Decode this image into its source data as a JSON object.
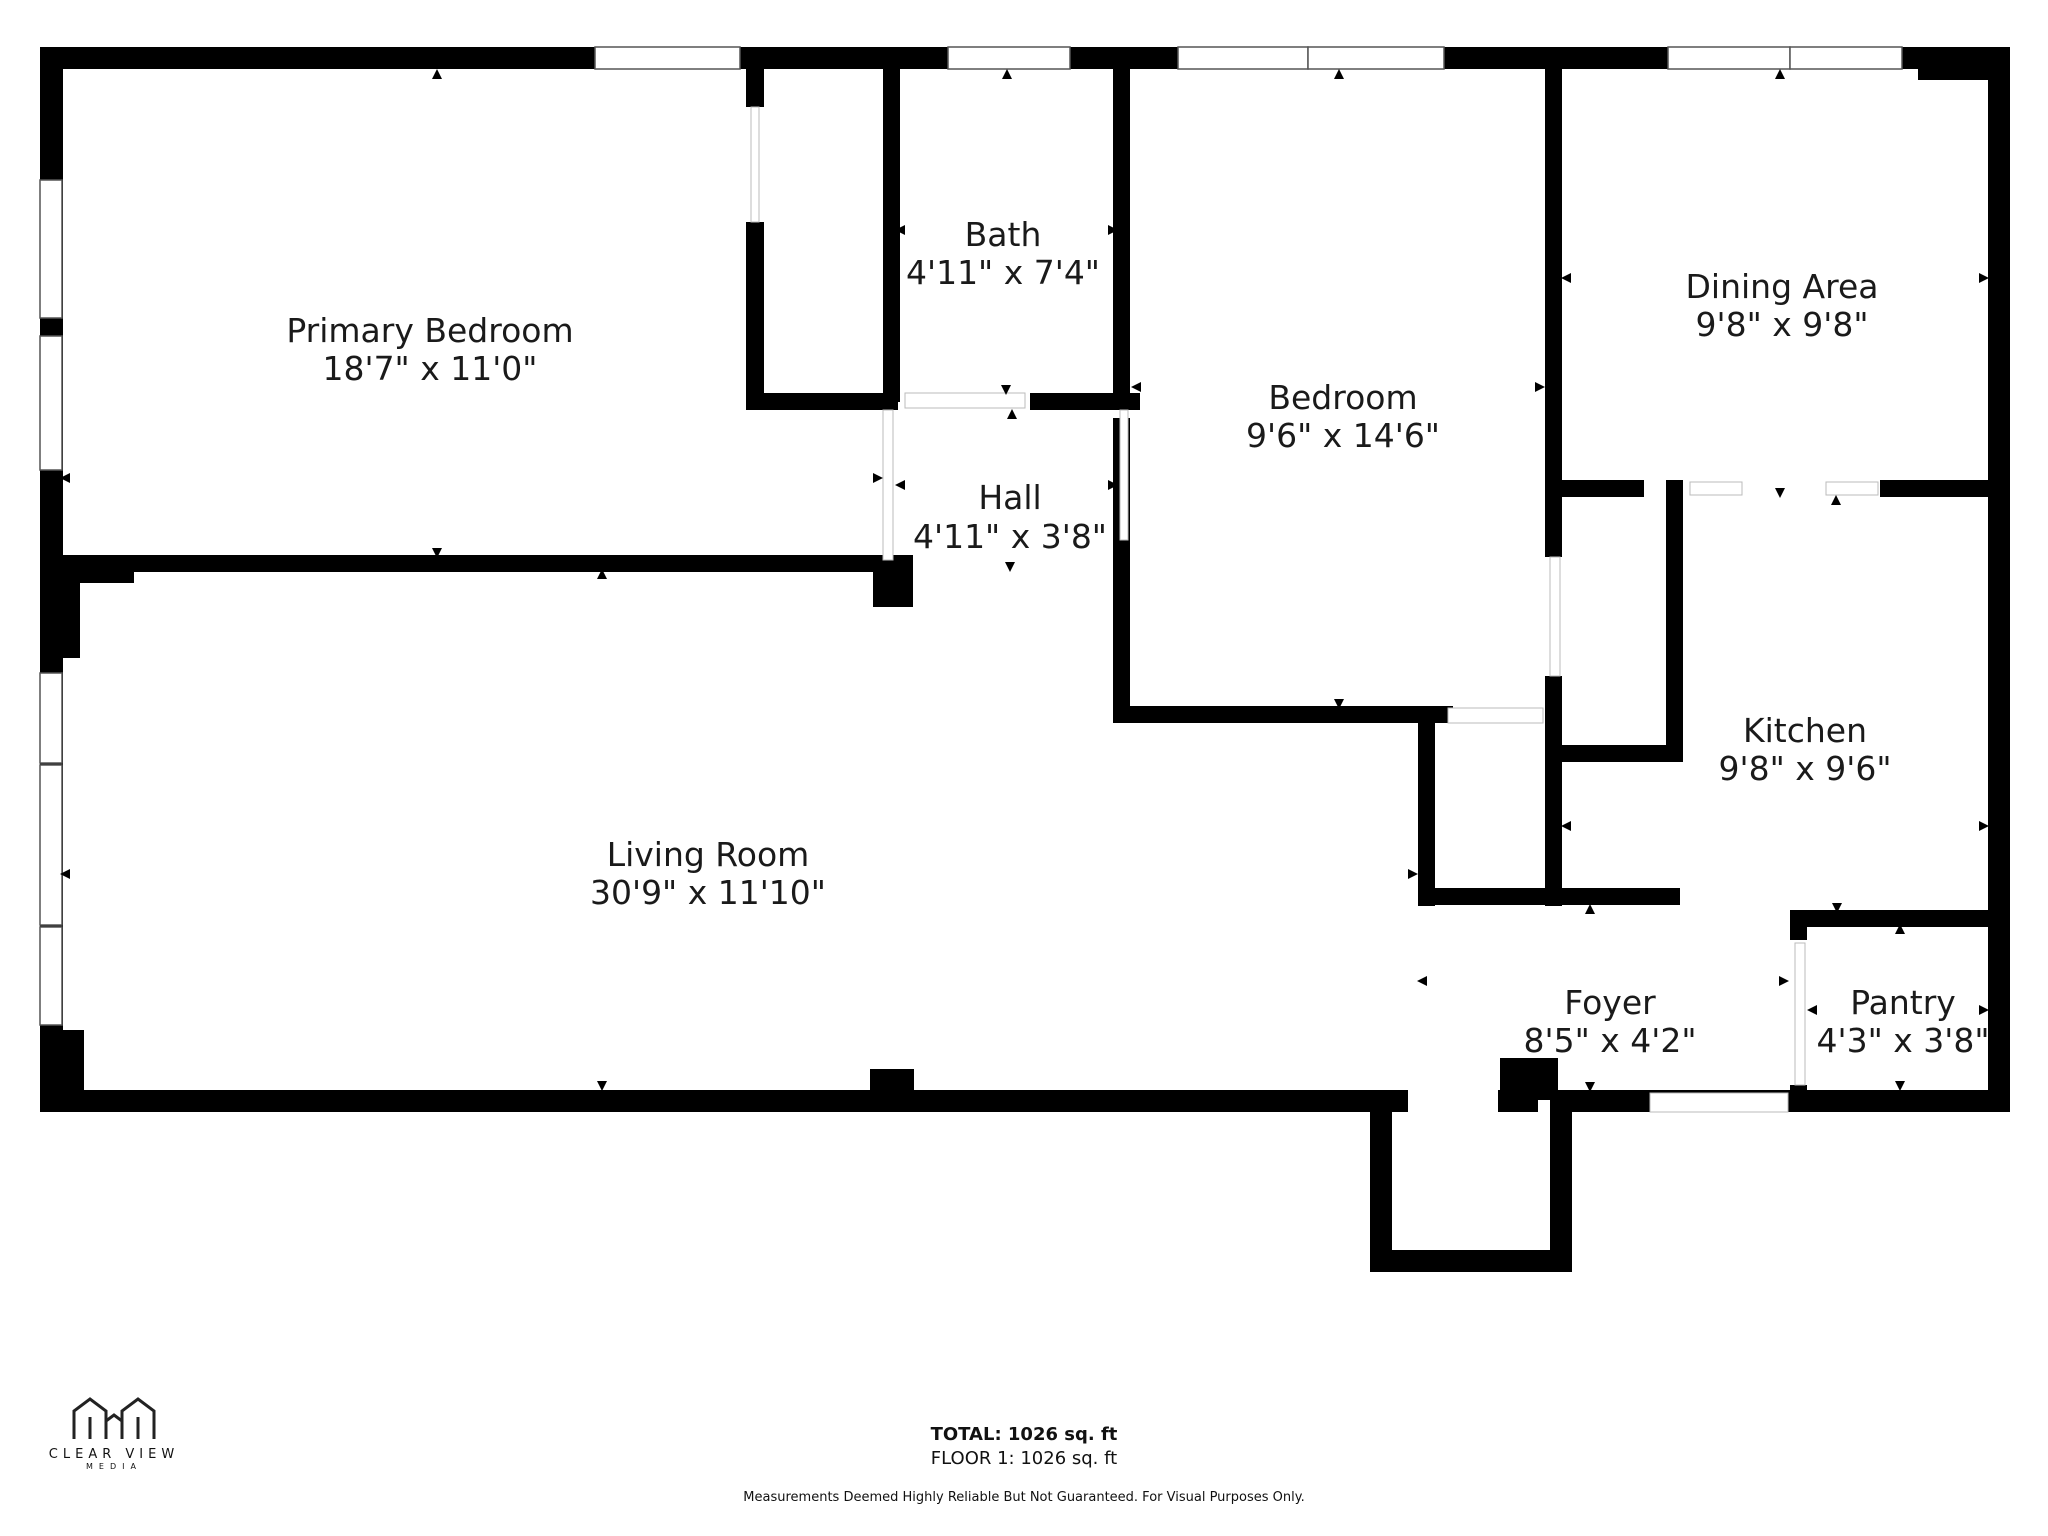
{
  "rooms": [
    {
      "name": "Primary Bedroom",
      "dims": "18'7\" x 11'0\""
    },
    {
      "name": "Bath",
      "dims": "4'11\" x 7'4\""
    },
    {
      "name": "Hall",
      "dims": "4'11\" x 3'8\""
    },
    {
      "name": "Bedroom",
      "dims": "9'6\" x 14'6\""
    },
    {
      "name": "Dining Area",
      "dims": "9'8\" x 9'8\""
    },
    {
      "name": "Kitchen",
      "dims": "9'8\" x 9'6\""
    },
    {
      "name": "Living Room",
      "dims": "30'9\" x 11'10\""
    },
    {
      "name": "Foyer",
      "dims": "8'5\" x 4'2\""
    },
    {
      "name": "Pantry",
      "dims": "4'3\" x 3'8\""
    }
  ],
  "summary": {
    "total": "TOTAL: 1026 sq. ft",
    "floor": "FLOOR 1: 1026 sq. ft",
    "disclaimer": "Measurements Deemed Highly Reliable But Not Guaranteed. For Visual Purposes Only."
  },
  "logo": {
    "name": "CLEAR VIEW",
    "sub": "MEDIA"
  },
  "colors": {
    "wall": "#000000",
    "background": "#ffffff",
    "window": "#ffffff"
  }
}
